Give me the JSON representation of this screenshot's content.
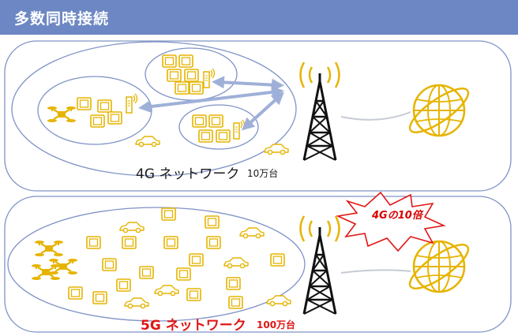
{
  "header": {
    "title": "多数同時接続"
  },
  "network_4g": {
    "label": "4G ネットワーク",
    "count": "10万台"
  },
  "network_5g": {
    "label": "5G ネットワーク",
    "count": "100万台"
  },
  "callout": {
    "text": "4Gの10倍"
  },
  "colors": {
    "header_bg": "#6c87c3",
    "device_gold": "#e6b400",
    "arrow_blue": "#9fb0d8",
    "tower_black": "#111111",
    "callout_red": "#e01515"
  },
  "icons": [
    "chip-icon",
    "router-icon",
    "drone-icon",
    "car-icon",
    "cell-tower-icon",
    "globe-icon",
    "bidirectional-arrow-icon",
    "starburst-icon"
  ]
}
